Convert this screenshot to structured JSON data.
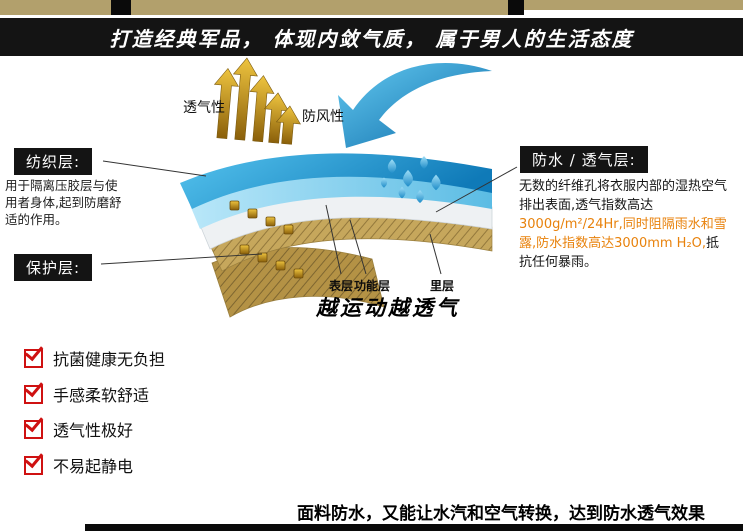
{
  "banner": {
    "text": "打造经典军品， 体现内敛气质， 属于男人的生活态度"
  },
  "diagram": {
    "breathability_label": "透气性",
    "windproof_label": "防风性",
    "textile_layer": {
      "title": "纺织层:",
      "description": "用于隔离压胶层与使用者身体,起到防磨舒适的作用。"
    },
    "protective_layer": {
      "title": "保护层:"
    },
    "waterproof_layer": {
      "title": "防水 / 透气层:",
      "desc_part1": "无数的纤维孔将衣服内部的湿热空气排出表面,透气指数高达",
      "desc_highlight": "3000g/m²/24Hr,同时阻隔雨水和雪露,防水指数高达3000mm H₂O,",
      "desc_part2": "抵抗任何暴雨。"
    },
    "layer_labels": [
      "表层",
      "功能层",
      "里层"
    ],
    "slogan": "越运动越透气"
  },
  "checklist": {
    "items": [
      "抗菌健康无负担",
      "手感柔软舒适",
      "透气性极好",
      "不易起静电"
    ]
  },
  "footer": {
    "note": "面料防水，又能让水汽和空气转换，达到防水透气效果"
  },
  "colors": {
    "banner_bg": "#141414",
    "khaki": "#b2a06c",
    "gold": "#c9920f",
    "blue": "#2aa3dc",
    "accent_orange": "#e8820c",
    "check_red": "#cf1111"
  }
}
